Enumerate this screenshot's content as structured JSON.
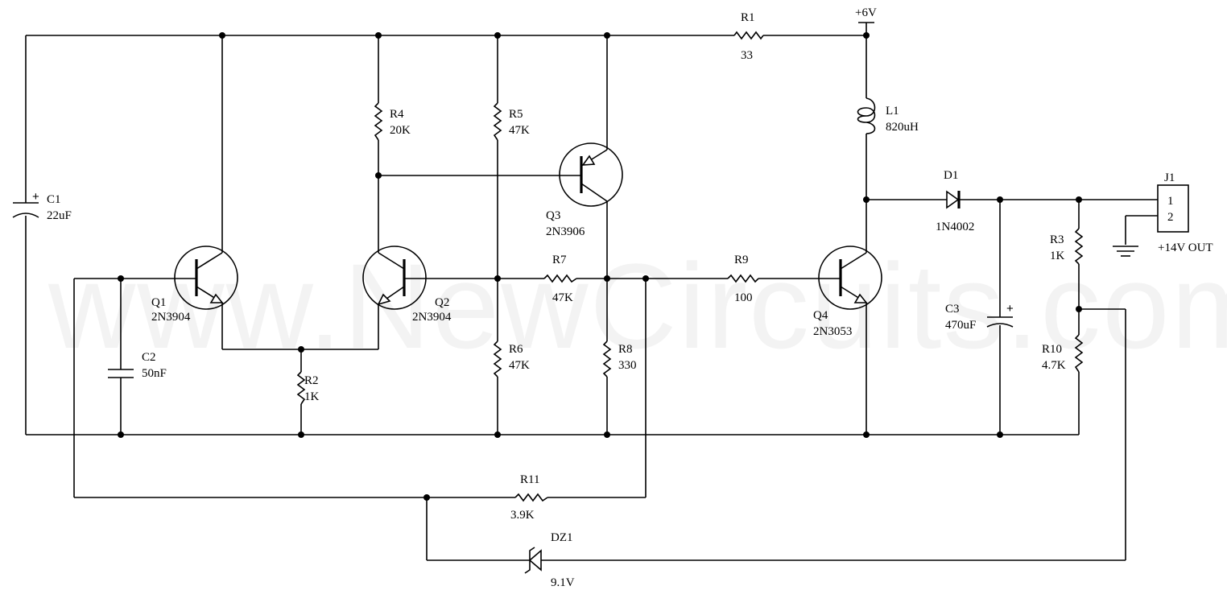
{
  "watermark": "www.NewCircuits.com",
  "supply": "+6V",
  "output_label": "+14V OUT",
  "connector": {
    "ref": "J1",
    "pin1": "1",
    "pin2": "2"
  },
  "components": {
    "R1": {
      "ref": "R1",
      "value": "33"
    },
    "R2": {
      "ref": "R2",
      "value": "1K"
    },
    "R3": {
      "ref": "R3",
      "value": "1K"
    },
    "R4": {
      "ref": "R4",
      "value": "20K"
    },
    "R5": {
      "ref": "R5",
      "value": "47K"
    },
    "R6": {
      "ref": "R6",
      "value": "47K"
    },
    "R7": {
      "ref": "R7",
      "value": "47K"
    },
    "R8": {
      "ref": "R8",
      "value": "330"
    },
    "R9": {
      "ref": "R9",
      "value": "100"
    },
    "R10": {
      "ref": "R10",
      "value": "4.7K"
    },
    "R11": {
      "ref": "R11",
      "value": "3.9K"
    },
    "C1": {
      "ref": "C1",
      "value": "22uF",
      "polarity": "+"
    },
    "C2": {
      "ref": "C2",
      "value": "50nF"
    },
    "C3": {
      "ref": "C3",
      "value": "470uF",
      "polarity": "+"
    },
    "L1": {
      "ref": "L1",
      "value": "820uH"
    },
    "D1": {
      "ref": "D1",
      "value": "1N4002"
    },
    "DZ1": {
      "ref": "DZ1",
      "value": "9.1V"
    },
    "Q1": {
      "ref": "Q1",
      "value": "2N3904"
    },
    "Q2": {
      "ref": "Q2",
      "value": "2N3904"
    },
    "Q3": {
      "ref": "Q3",
      "value": "2N3906"
    },
    "Q4": {
      "ref": "Q4",
      "value": "2N3053"
    }
  }
}
